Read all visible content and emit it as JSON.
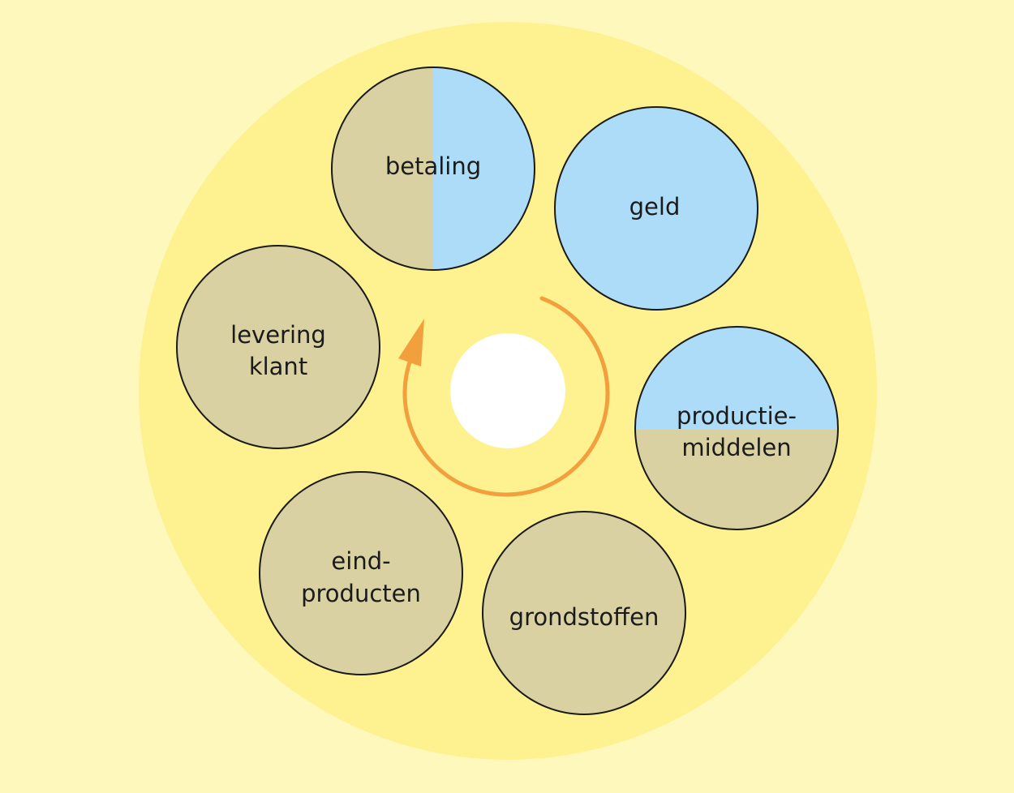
{
  "colors": {
    "background": "#fef8bd",
    "disc": "#fdf190",
    "center": "#ffffff",
    "money_blue": "#acdcf7",
    "goods_tan": "#d9d1a1",
    "outline": "#1a1a1a",
    "arrow": "#f2a03e"
  },
  "nodes": {
    "betaling": {
      "line1": "betaling",
      "line2": ""
    },
    "geld": {
      "line1": "geld",
      "line2": ""
    },
    "productiemiddelen": {
      "line1": "productie-",
      "line2": "middelen"
    },
    "grondstoffen": {
      "line1": "grondstoffen",
      "line2": ""
    },
    "eindproducten": {
      "line1": "eind-",
      "line2": "producten"
    },
    "levering_klant": {
      "line1": "levering",
      "line2": "klant"
    }
  },
  "cycle_arrow": {
    "direction": "clockwise",
    "icon": "circular-arrow-icon"
  }
}
